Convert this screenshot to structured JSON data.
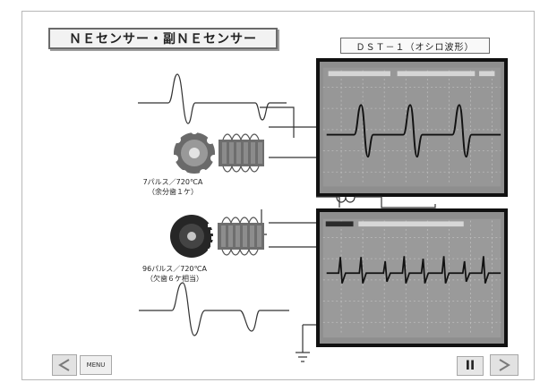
{
  "screen": {
    "title": "ＮＥセンサー・副ＮＥセンサー",
    "scope_label": "ＤＳＴ－１（オシロ波形）",
    "top_caption": {
      "line1": "7パルス／720℃A",
      "line2": "（余分歯１ケ）"
    },
    "bottom_caption": {
      "line1": "96パルス／720℃A",
      "line2": "（欠歯６ケ相当）"
    },
    "buttons": {
      "prev": "<",
      "menu": "MENU",
      "pause": "II",
      "next": ">"
    }
  },
  "colors": {
    "panel_bg": "#ffffff",
    "scope_bg": "#8a8a8a",
    "scope_frame": "#111111",
    "trace": "#111111",
    "button_bg": "#e2e2e2"
  }
}
